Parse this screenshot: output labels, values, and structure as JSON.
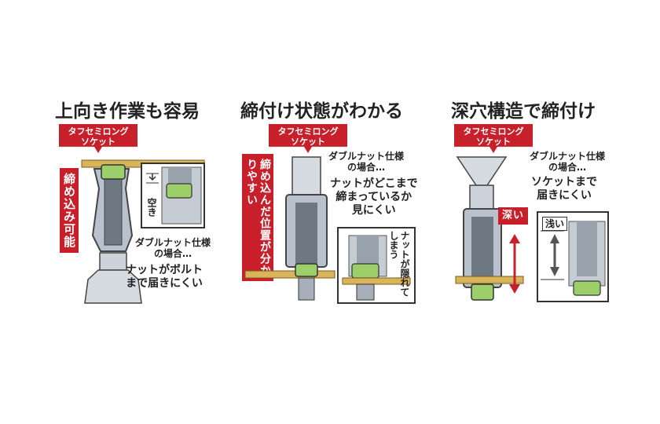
{
  "panels": [
    {
      "title": "上向き作業も容易",
      "tag": "タフセミロング\nソケット",
      "side_label": "締め込み可能",
      "gap_label": "空き",
      "note_small": "ダブルナット仕様\nの場合…",
      "note_main": "ナットがボルト\nまで届きにくい"
    },
    {
      "title": "締付け状態がわかる",
      "tag": "タフセミロング\nソケット",
      "side_label": "締め込んだ位置が分かりやすい",
      "note_small": "ダブルナット仕様\nの場合…",
      "note_main": "ナットがどこまで\n締まっているか\n見にくい",
      "inset_label": "ナットが隠れてしまう"
    },
    {
      "title": "深穴構造で締付け",
      "tag": "タフセミロング\nソケット",
      "deep_label": "深い",
      "shallow_label": "浅い",
      "note_small": "ダブルナット仕様\nの場合…",
      "note_main": "ソケットまで\n届きにくい"
    }
  ],
  "colors": {
    "red": "#c8202a",
    "wood": "#d8b45a",
    "nut": "#9ccf6a",
    "steel": "#8a96a3"
  }
}
